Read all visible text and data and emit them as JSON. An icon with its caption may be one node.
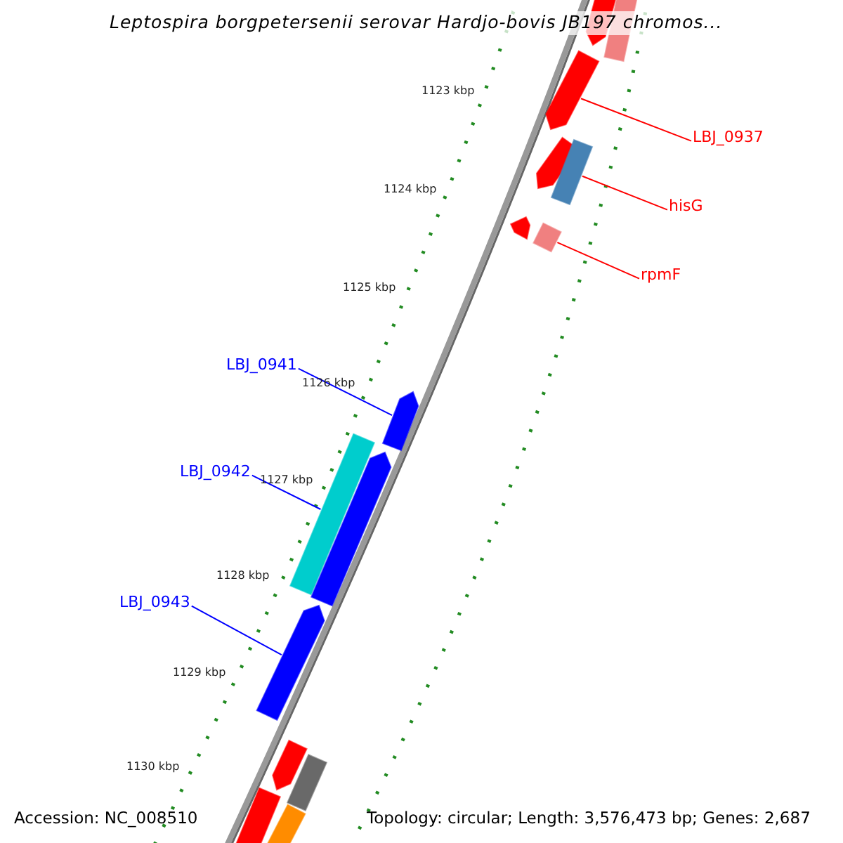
{
  "diagram": {
    "title": "Leptospira borgpetersenii serovar Hardjo-bovis JB197 chromos...",
    "nodes": [
      {
        "text": [
          "LBJ_0937"
        ]
      },
      {
        "text": [
          "hisG"
        ]
      },
      {
        "text": [
          "rpmF"
        ]
      },
      {
        "text": [
          "LBJ_0941"
        ]
      },
      {
        "text": [
          "LBJ_0942"
        ]
      },
      {
        "text": [
          "LBJ_0943"
        ]
      },
      {
        "text": [],
        "shape": "arrow"
      },
      {
        "text": [],
        "shape": "bar"
      },
      {
        "text": [],
        "shape": "bar"
      },
      {
        "text": [],
        "shape": "arrow"
      },
      {
        "text": [],
        "shape": "bar"
      },
      {
        "text": [],
        "shape": "arrow"
      },
      {
        "text": [],
        "shape": "arrow"
      }
    ],
    "edges": [
      {
        "from": 0,
        "to": 6,
        "arrow": "none",
        "color": "#ff0000"
      },
      {
        "from": 1,
        "to": 7,
        "arrow": "none",
        "color": "#ff0000"
      },
      {
        "from": 2,
        "to": 8,
        "arrow": "none",
        "color": "#ff0000"
      },
      {
        "from": 3,
        "to": 9,
        "arrow": "none",
        "color": "#0000ff"
      },
      {
        "from": 4,
        "to": 10,
        "arrow": "none",
        "color": "#0000ff"
      },
      {
        "from": 5,
        "to": 12,
        "arrow": "none",
        "color": "#0000ff"
      }
    ],
    "labels": [
      "1123 kbp",
      "1124 kbp",
      "1125 kbp",
      "1126 kbp",
      "1127 kbp",
      "1128 kbp",
      "1129 kbp",
      "1130 kbp",
      "Accession: NC_008510",
      "Topology: circular; Length: 3,576,473 bp; Genes: 2,687"
    ]
  }
}
